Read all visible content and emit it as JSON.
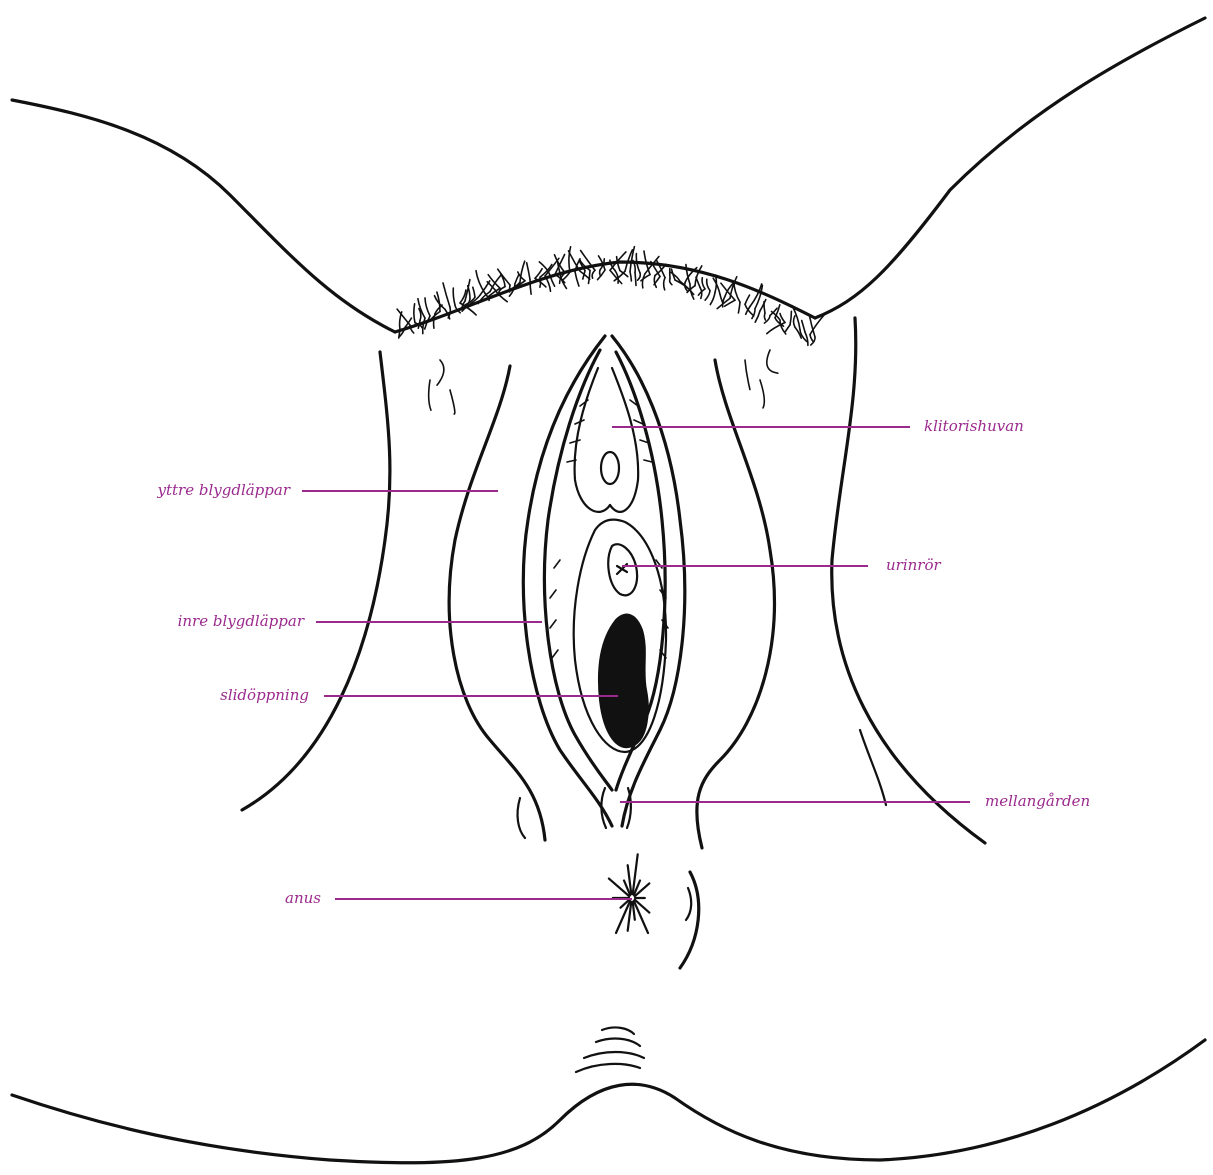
{
  "colors": {
    "line": "#111111",
    "label": "#9b2a8e",
    "background": "#ffffff"
  },
  "labels": {
    "clitoral_hood": "klitorishuvan",
    "labia_majora": "yttre blygdläppar",
    "urethra": "urinrör",
    "labia_minora": "inre blygdläppar",
    "vaginal_opening": "slidöppning",
    "perineum": "mellangården",
    "anus": "anus"
  }
}
